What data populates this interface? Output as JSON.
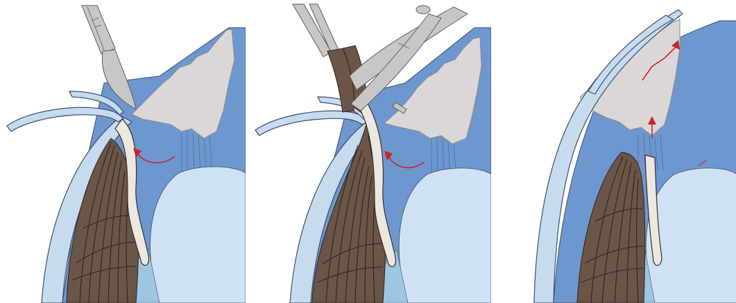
{
  "figure": {
    "panel_count": 3,
    "panels": [
      {
        "instrument": "scalpel",
        "arrows": [
          "curved-arrow-red"
        ]
      },
      {
        "instrument": "scissors-and-forceps",
        "arrows": [
          "curved-arrow-red"
        ]
      },
      {
        "instrument": "none",
        "arrows": [
          "arrow-up-red",
          "arrow-diagonal-red"
        ]
      }
    ]
  },
  "colors": {
    "background": "#ffffff",
    "chamber_blue": "#6d97cf",
    "chamber_deep": "#5a86c2",
    "cornea_light": "#c7dbef",
    "cornea_outline": "#3a4f6e",
    "lens_light": "#cfe2f3",
    "lens_side": "#9ec6e2",
    "ciliary_brown": "#6a5547",
    "ciliary_lines": "#2f241d",
    "iris_cream": "#ece8e0",
    "tissue_grey": "#dcd7d7",
    "tissue_edge": "#8f8a8a",
    "instrument_grey": "#c9c6c6",
    "instrument_edge": "#5e5a5a",
    "arrow_red": "#c8252b"
  }
}
